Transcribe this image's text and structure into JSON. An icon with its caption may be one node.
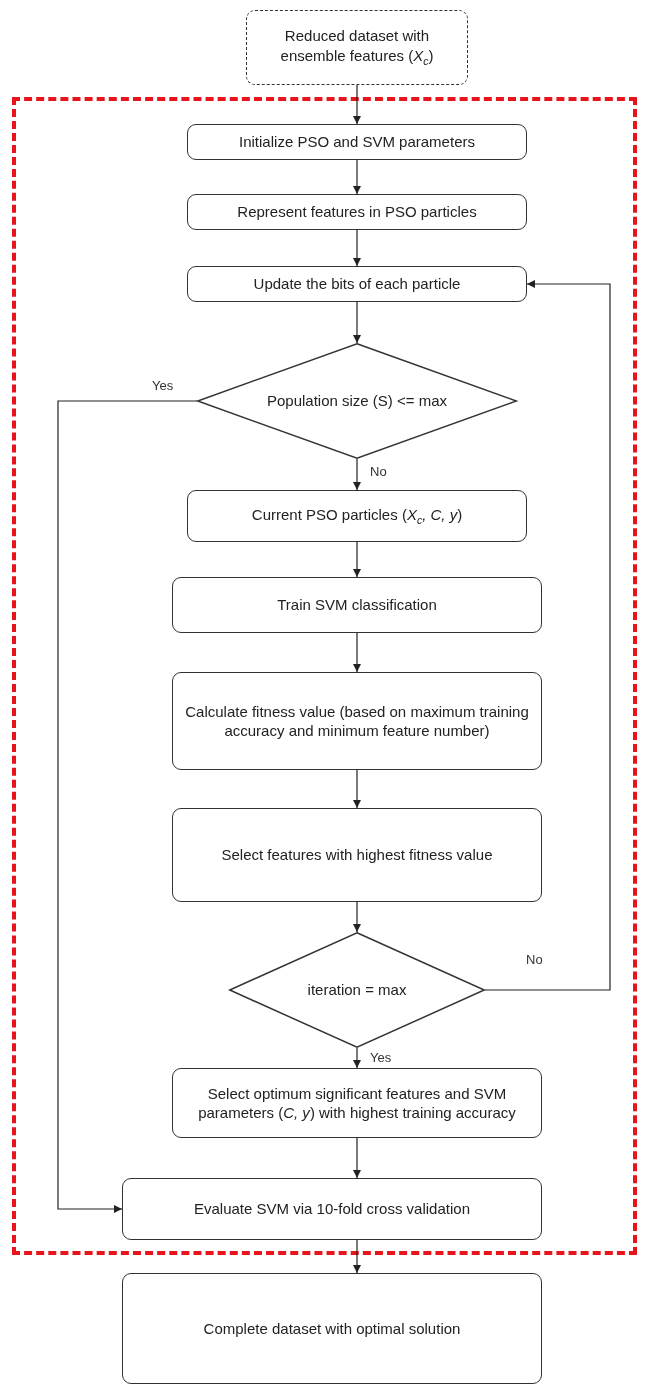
{
  "diagram": {
    "nodes": [
      {
        "text": [
          "Reduced dataset with ensemble features (*X*$_{c}$)"
        ]
      },
      {
        "text": [],
        "shape": "box"
      },
      {
        "text": [
          "Initialize PSO and SVM parameters"
        ],
        "in": 1
      },
      {
        "text": [
          "Represent features in PSO particles"
        ],
        "in": 1
      },
      {
        "text": [
          "Update the bits of each particle"
        ],
        "in": 1
      },
      {
        "text": [
          "Population size (S) <= max"
        ],
        "in": 1
      },
      {
        "text": [
          "Current PSO particles (*X*$_{c}$*, C, y*)"
        ],
        "in": 1
      },
      {
        "text": [
          "Train SVM classification"
        ],
        "in": 1
      },
      {
        "text": [
          "Calculate fitness value (based on maximum training accuracy and minimum feature number)"
        ],
        "in": 1
      },
      {
        "text": [
          "Select features with highest fitness value"
        ],
        "in": 1
      },
      {
        "text": [
          "iteration = max"
        ],
        "in": 1
      },
      {
        "text": [
          "Select optimum significant features and SVM parameters (*C, y*) with highest training accuracy"
        ],
        "in": 1
      },
      {
        "text": [
          "Evaluate SVM via 10-fold cross validation"
        ],
        "in": 1
      },
      {
        "text": [
          "Complete dataset with optimal solution"
        ]
      }
    ],
    "edges": [
      {
        "from": 0,
        "to": 2,
        "arrow": "to"
      },
      {
        "from": 2,
        "to": 3,
        "arrow": "to"
      },
      {
        "from": 3,
        "to": 4,
        "arrow": "to"
      },
      {
        "from": 4,
        "to": 5,
        "arrow": "to"
      },
      {
        "from": 5,
        "to": 6,
        "arrow": "to",
        "label": "No"
      },
      {
        "from": 5,
        "to": 12,
        "arrow": "to",
        "label": "Yes"
      },
      {
        "from": 6,
        "to": 7,
        "arrow": "to"
      },
      {
        "from": 7,
        "to": 8,
        "arrow": "to"
      },
      {
        "from": 8,
        "to": 9,
        "arrow": "to"
      },
      {
        "from": 9,
        "to": 10,
        "arrow": "to"
      },
      {
        "from": 10,
        "to": 4,
        "arrow": "to",
        "label": "No"
      },
      {
        "from": 10,
        "to": 11,
        "arrow": "to",
        "label": "Yes"
      },
      {
        "from": 11,
        "to": 12,
        "arrow": "to"
      },
      {
        "from": 12,
        "to": 13,
        "arrow": "to"
      }
    ]
  }
}
